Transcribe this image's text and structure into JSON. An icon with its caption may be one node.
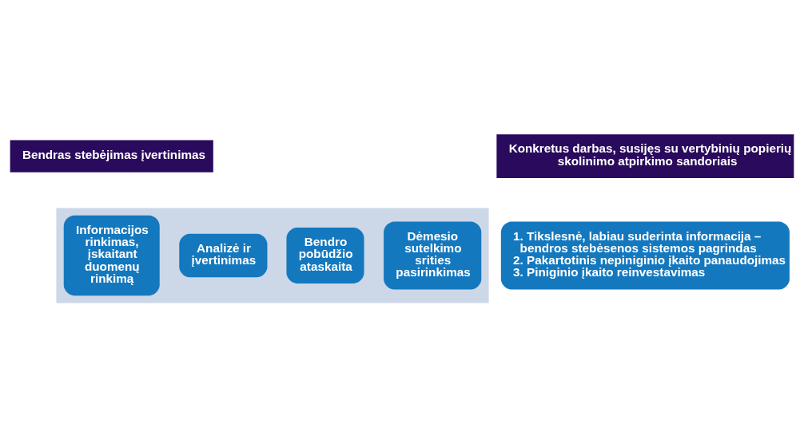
{
  "diagram": {
    "nodes": [
      {
        "text": [
          "Bendras stebėjimas įvertinimas"
        ]
      },
      {
        "text": [
          "Konkretus darbas, susijęs su vertybinių popierių skolinimo atpirkimo sandoriais"
        ]
      },
      {
        "text": [],
        "shape": "arrow"
      },
      {
        "text": [
          "Informacijos rinkimas, įskaitant duomenų rinkimą"
        ],
        "in": 2
      },
      {
        "text": [
          "Analizė ir įvertinimas"
        ],
        "in": 2
      },
      {
        "text": [
          "Bendro pobūdžio ataskaita"
        ],
        "in": 2
      },
      {
        "text": [
          "Dėmesio sutelkimo srities pasirinkimas"
        ],
        "in": 2
      },
      {
        "text": [
          "1. Tikslesnė, labiau suderinta informacija – bendros stebėsenos sistemos pagrindas",
          "2. Pakartotinis nepiniginio įkaito panaudojimas",
          "3. Piniginio įkaito reinvestavimas"
        ]
      }
    ],
    "edges": []
  }
}
